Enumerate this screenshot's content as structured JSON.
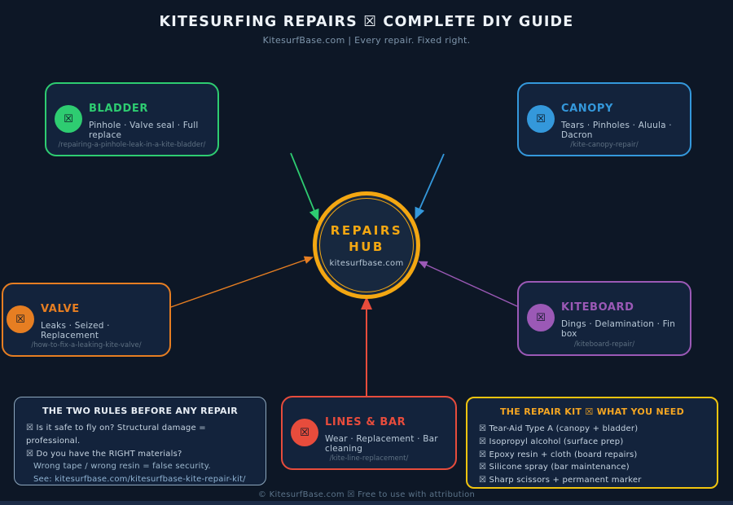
{
  "header": {
    "title": "KITESURFING REPAIRS ☒ COMPLETE DIY GUIDE",
    "subtitle": "KitesurfBase.com | Every repair. Fixed right."
  },
  "hub": {
    "line1": "REPAIRS",
    "line2": "HUB",
    "domain": "kitesurfbase.com"
  },
  "nodes": [
    {
      "id": "bladder",
      "title": "BLADDER",
      "topics": "Pinhole · Valve seal · Full replace",
      "url": "/repairing-a-pinhole-leak-in-a-kite-bladder/",
      "icon": "☒",
      "color": "#2ecc71"
    },
    {
      "id": "canopy",
      "title": "CANOPY",
      "topics": "Tears · Pinholes · Aluula · Dacron",
      "url": "/kite-canopy-repair/",
      "icon": "☒",
      "color": "#3498db"
    },
    {
      "id": "valve",
      "title": "VALVE",
      "topics": "Leaks · Seized · Replacement",
      "url": "/how-to-fix-a-leaking-kite-valve/",
      "icon": "☒",
      "color": "#e67e22"
    },
    {
      "id": "kiteboard",
      "title": "KITEBOARD",
      "topics": "Dings · Delamination · Fin box",
      "url": "/kiteboard-repair/",
      "icon": "☒",
      "color": "#9b59b6"
    },
    {
      "id": "lines_bar",
      "title": "LINES & BAR",
      "topics": "Wear · Replacement · Bar cleaning",
      "url": "/kite-line-replacement/",
      "icon": "☒",
      "color": "#e74c3c"
    }
  ],
  "rules_box": {
    "title": "THE TWO RULES BEFORE ANY REPAIR",
    "lines": [
      "☒ Is it safe to fly on? Structural damage = professional.",
      "☒ Do you have the RIGHT materials?",
      "Wrong tape / wrong resin = false security.",
      "See: kitesurfbase.com/kitesurfbase-kite-repair-kit/"
    ]
  },
  "kit_box": {
    "title": "THE REPAIR KIT ☒ WHAT YOU NEED",
    "items": [
      "☒ Tear-Aid Type A (canopy + bladder)",
      "☒ Isopropyl alcohol (surface prep)",
      "☒ Epoxy resin + cloth (board repairs)",
      "☒ Silicone spray (bar maintenance)",
      "☒ Sharp scissors + permanent marker"
    ]
  },
  "footer": {
    "text": "© KitesurfBase.com ☒ Free to use with attribution"
  },
  "colors": {
    "background": "#0d1726",
    "hub_ring": "#f3a712",
    "bladder_green": "#2ecc71",
    "canopy_blue": "#3498db",
    "valve_orange": "#e67e22",
    "kiteboard_purple": "#9b59b6",
    "lines_red": "#e74c3c",
    "kit_gold": "#f1c40f"
  }
}
